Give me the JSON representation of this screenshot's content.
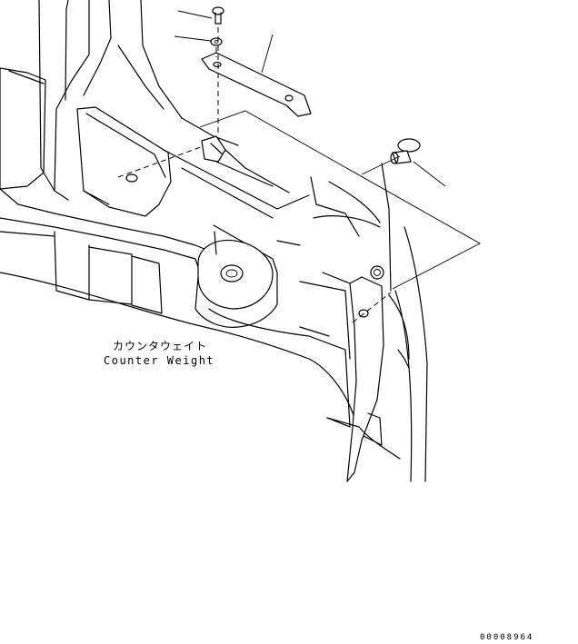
{
  "part_label": {
    "japanese": "カウンタウェイト",
    "english": "Counter Weight"
  },
  "drawing_number": "00008964"
}
